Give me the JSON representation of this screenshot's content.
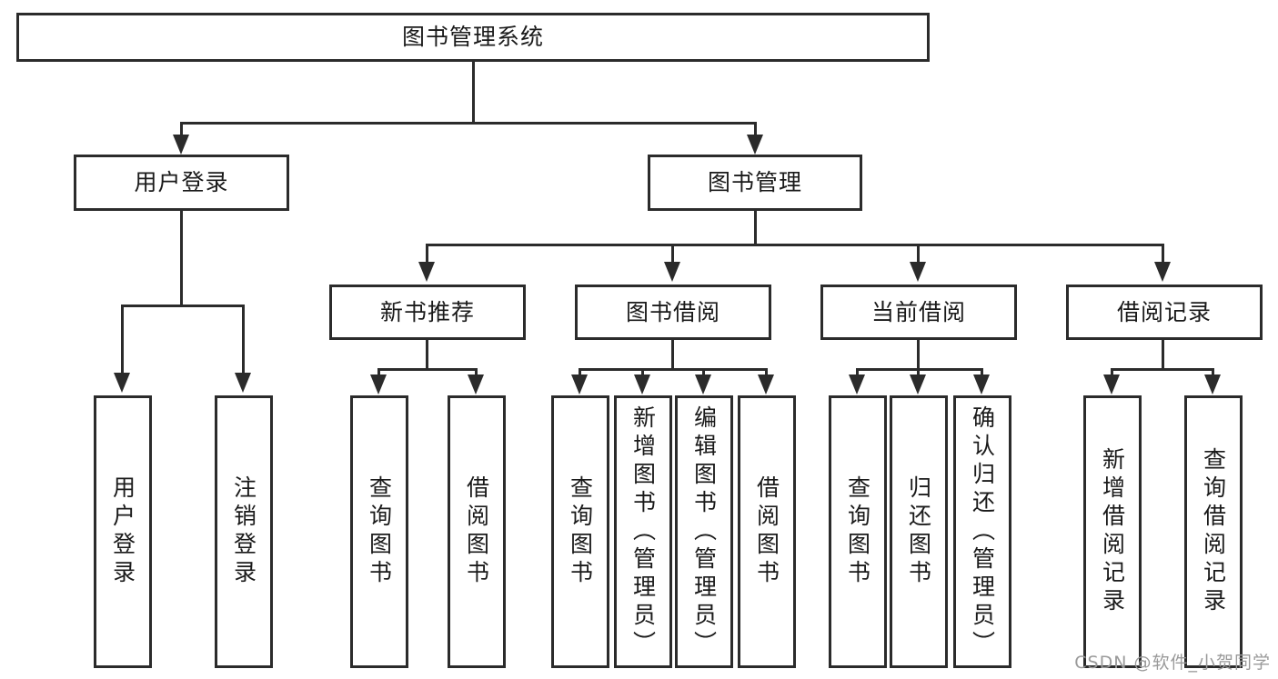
{
  "diagram": {
    "type": "tree",
    "title": "图书管理系统",
    "orientation": "top-down",
    "colors": {
      "stroke": "#2b2b2b",
      "fill": "#ffffff",
      "text": "#1a1a1a",
      "watermark": "#9a9a9a"
    },
    "root": {
      "label": "图书管理系统"
    },
    "level2": [
      {
        "label": "用户登录"
      },
      {
        "label": "图书管理"
      }
    ],
    "level3": [
      {
        "label": "新书推荐"
      },
      {
        "label": "图书借阅"
      },
      {
        "label": "当前借阅"
      },
      {
        "label": "借阅记录"
      }
    ],
    "leaves": {
      "user_login": [
        {
          "label": "用户登录"
        },
        {
          "label": "注销登录"
        }
      ],
      "new_book_recommend": [
        {
          "label": "查询图书"
        },
        {
          "label": "借阅图书"
        }
      ],
      "book_borrow": [
        {
          "label": "查询图书"
        },
        {
          "label": "新增图书（管理员）"
        },
        {
          "label": "编辑图书（管理员）"
        },
        {
          "label": "借阅图书"
        }
      ],
      "current_borrow": [
        {
          "label": "查询图书"
        },
        {
          "label": "归还图书"
        },
        {
          "label": "确认归还（管理员）"
        }
      ],
      "borrow_record": [
        {
          "label": "新增借阅记录"
        },
        {
          "label": "查询借阅记录"
        }
      ]
    }
  },
  "watermark": {
    "text": "CSDN @软件_小贺同学"
  }
}
